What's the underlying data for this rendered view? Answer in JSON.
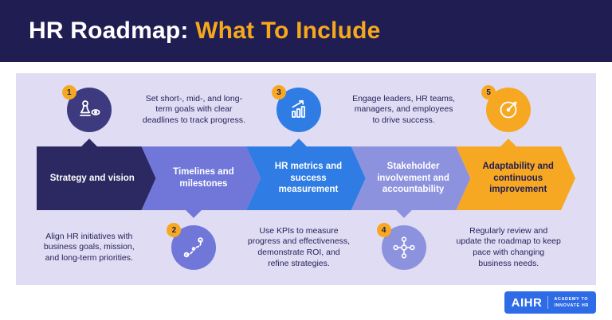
{
  "header": {
    "title_prefix": "HR Roadmap: ",
    "title_highlight": "What To Include"
  },
  "colors": {
    "header_bg": "#201d52",
    "panel_bg": "#dfdcf3",
    "highlight": "#f5a81c",
    "badge_bg": "#f7a823",
    "badge_text": "#201d52",
    "note_text": "#26235c"
  },
  "steps": [
    {
      "number": "1",
      "label": "Strategy and vision",
      "note": "Align HR initiatives with business goals, mission, and long-term priorities.",
      "color": "#2b2862",
      "icon_bg": "#3d3a80",
      "text_color": "#ffffff",
      "icon": "strategy-icon",
      "icon_position": "top"
    },
    {
      "number": "2",
      "label": "Timelines and milestones",
      "note": "Set short-, mid-, and long-term goals with clear deadlines to track progress.",
      "color": "#7077d9",
      "icon_bg": "#7077d9",
      "text_color": "#ffffff",
      "icon": "milestones-icon",
      "icon_position": "bottom"
    },
    {
      "number": "3",
      "label": "HR metrics and success measurement",
      "note": "Use KPIs to measure progress and effectiveness, demonstrate ROI, and refine strategies.",
      "color": "#2e7ce4",
      "icon_bg": "#2e7ce4",
      "text_color": "#ffffff",
      "icon": "metrics-icon",
      "icon_position": "top"
    },
    {
      "number": "4",
      "label": "Stakeholder involvement and accountability",
      "note": "Engage leaders, HR teams, managers, and employees to drive success.",
      "color": "#8c92de",
      "icon_bg": "#8c92de",
      "text_color": "#ffffff",
      "icon": "stakeholders-icon",
      "icon_position": "bottom"
    },
    {
      "number": "5",
      "label": "Adaptability and continuous improvement",
      "note": "Regularly review and update the roadmap to keep pace with changing business needs.",
      "color": "#f7a823",
      "icon_bg": "#f7a823",
      "text_color": "#201d52",
      "icon": "adaptability-icon",
      "icon_position": "top"
    }
  ],
  "logo": {
    "brand": "AIHR",
    "tagline_line1": "ACADEMY TO",
    "tagline_line2": "INNOVATE HR"
  }
}
